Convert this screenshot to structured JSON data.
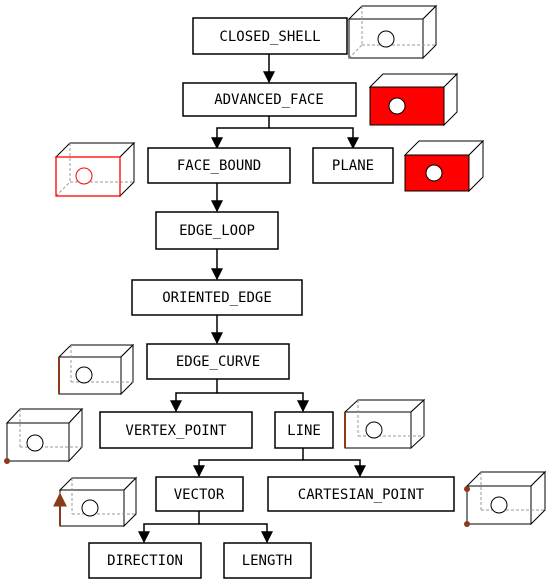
{
  "diagram": {
    "nodes": [
      {
        "id": "closed_shell",
        "label": "CLOSED_SHELL"
      },
      {
        "id": "advanced_face",
        "label": "ADVANCED_FACE"
      },
      {
        "id": "face_bound",
        "label": "FACE_BOUND"
      },
      {
        "id": "plane",
        "label": "PLANE"
      },
      {
        "id": "edge_loop",
        "label": "EDGE_LOOP"
      },
      {
        "id": "oriented_edge",
        "label": "ORIENTED_EDGE"
      },
      {
        "id": "edge_curve",
        "label": "EDGE_CURVE"
      },
      {
        "id": "vertex_point",
        "label": "VERTEX_POINT"
      },
      {
        "id": "line",
        "label": "LINE"
      },
      {
        "id": "vector",
        "label": "VECTOR"
      },
      {
        "id": "cartesian_point",
        "label": "CARTESIAN_POINT"
      },
      {
        "id": "direction",
        "label": "DIRECTION"
      },
      {
        "id": "length",
        "label": "LENGTH"
      }
    ],
    "edges": [
      {
        "from": "closed_shell",
        "to": "advanced_face"
      },
      {
        "from": "advanced_face",
        "to": "face_bound"
      },
      {
        "from": "advanced_face",
        "to": "plane"
      },
      {
        "from": "face_bound",
        "to": "edge_loop"
      },
      {
        "from": "edge_loop",
        "to": "oriented_edge"
      },
      {
        "from": "oriented_edge",
        "to": "edge_curve"
      },
      {
        "from": "edge_curve",
        "to": "vertex_point"
      },
      {
        "from": "edge_curve",
        "to": "line"
      },
      {
        "from": "line",
        "to": "vector"
      },
      {
        "from": "line",
        "to": "cartesian_point"
      },
      {
        "from": "vector",
        "to": "direction"
      },
      {
        "from": "vector",
        "to": "length"
      }
    ],
    "colors": {
      "highlight_fill": "#ff0000",
      "highlight_edge": "#ff0000",
      "point_marker": "#8b3a1a",
      "outline": "#000000",
      "hidden_line": "#9a9a9a"
    }
  }
}
